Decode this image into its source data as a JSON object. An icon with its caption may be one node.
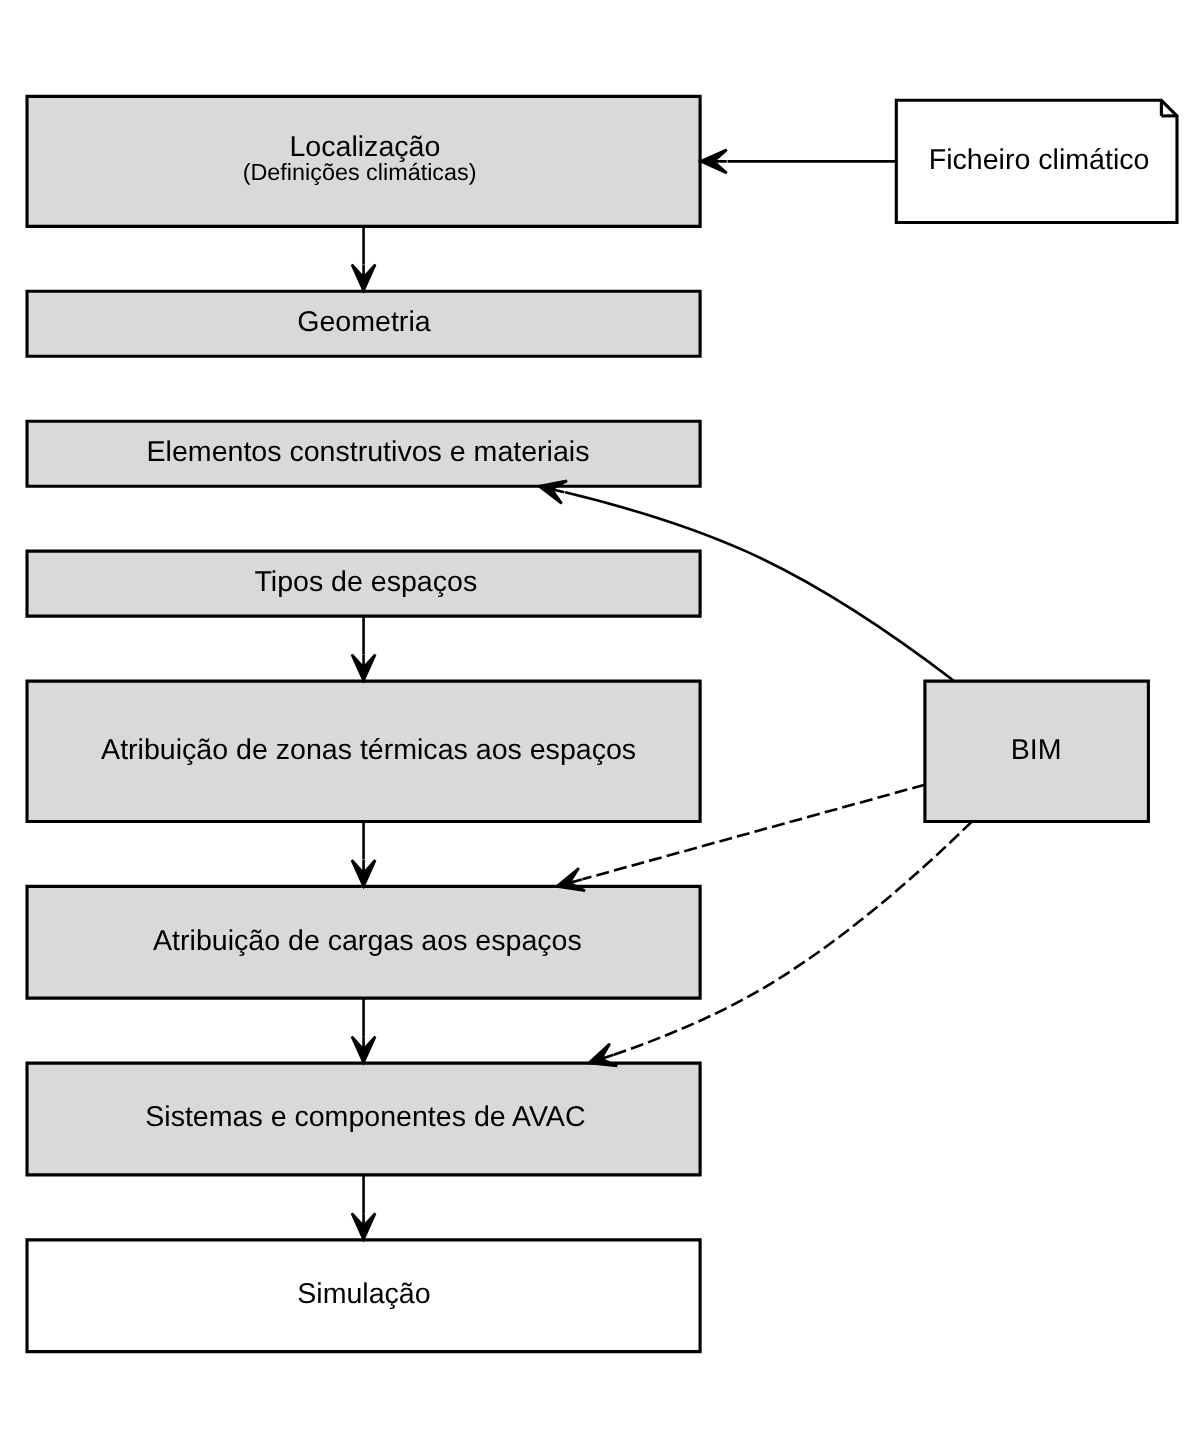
{
  "diagram": {
    "nodes": [
      {
        "text": [
          "Localização",
          "(Definições climáticas)"
        ]
      },
      {
        "text": [
          "Ficheiro climático"
        ]
      },
      {
        "text": [
          "Geometria"
        ]
      },
      {
        "text": [
          "Elementos construtivos e materiais"
        ]
      },
      {
        "text": [
          "Tipos de espaços"
        ]
      },
      {
        "text": [
          "Atribuição de zonas térmicas aos espaços"
        ]
      },
      {
        "text": [
          "BIM"
        ]
      },
      {
        "text": [
          "Atribuição de cargas aos espaços"
        ]
      },
      {
        "text": [
          "Sistemas e componentes de AVAC"
        ]
      },
      {
        "text": [
          "Simulação"
        ]
      }
    ],
    "edges": [
      {
        "from": 1,
        "to": 0,
        "arrow": "to"
      },
      {
        "from": 0,
        "to": 2,
        "arrow": "to"
      },
      {
        "from": 6,
        "to": 3,
        "arrow": "to"
      },
      {
        "from": 4,
        "to": 5,
        "arrow": "to"
      },
      {
        "from": 5,
        "to": 7,
        "arrow": "to"
      },
      {
        "from": 6,
        "to": 7,
        "arrow": "to",
        "style": "dashed"
      },
      {
        "from": 6,
        "to": 8,
        "arrow": "to",
        "style": "dashed"
      },
      {
        "from": 7,
        "to": 8,
        "arrow": "to"
      },
      {
        "from": 8,
        "to": 9,
        "arrow": "to"
      }
    ]
  }
}
